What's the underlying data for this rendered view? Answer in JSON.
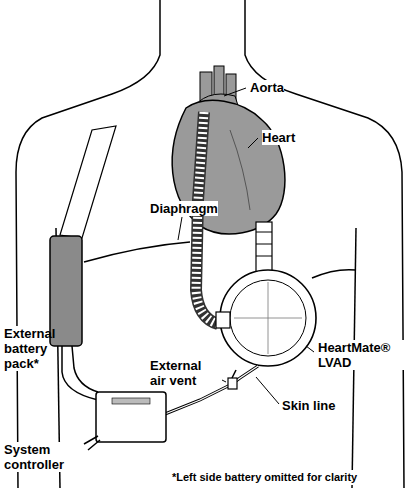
{
  "diagram": {
    "labels": [
      "Aorta",
      "Heart",
      "Diaphragm",
      "External battery pack*",
      "HeartMate® LVAD",
      "External air vent",
      "Skin line",
      "System controller",
      "*Left side battery omitted for clarity"
    ]
  }
}
